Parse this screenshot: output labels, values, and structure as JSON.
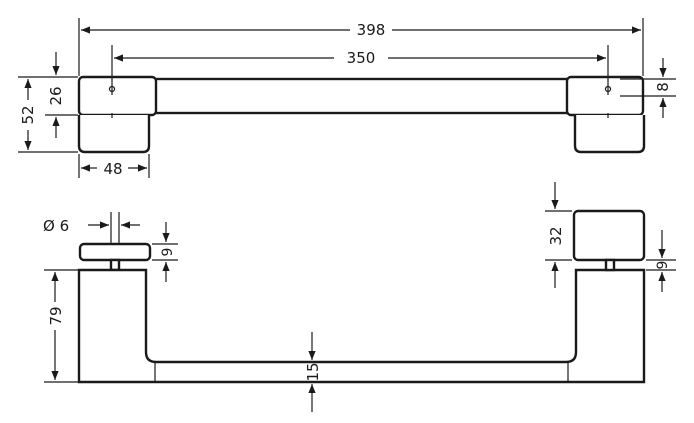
{
  "dimensions": {
    "overall_length": "398",
    "center_distance": "350",
    "total_height": "52",
    "bracket_height": "26",
    "bracket_width": "48",
    "bar_thickness": "8",
    "pin_diameter": "Ø 6",
    "left_gap": "9",
    "end_cap_height": "32",
    "right_gap": "9",
    "arm_height": "79",
    "grip_thickness": "15"
  }
}
